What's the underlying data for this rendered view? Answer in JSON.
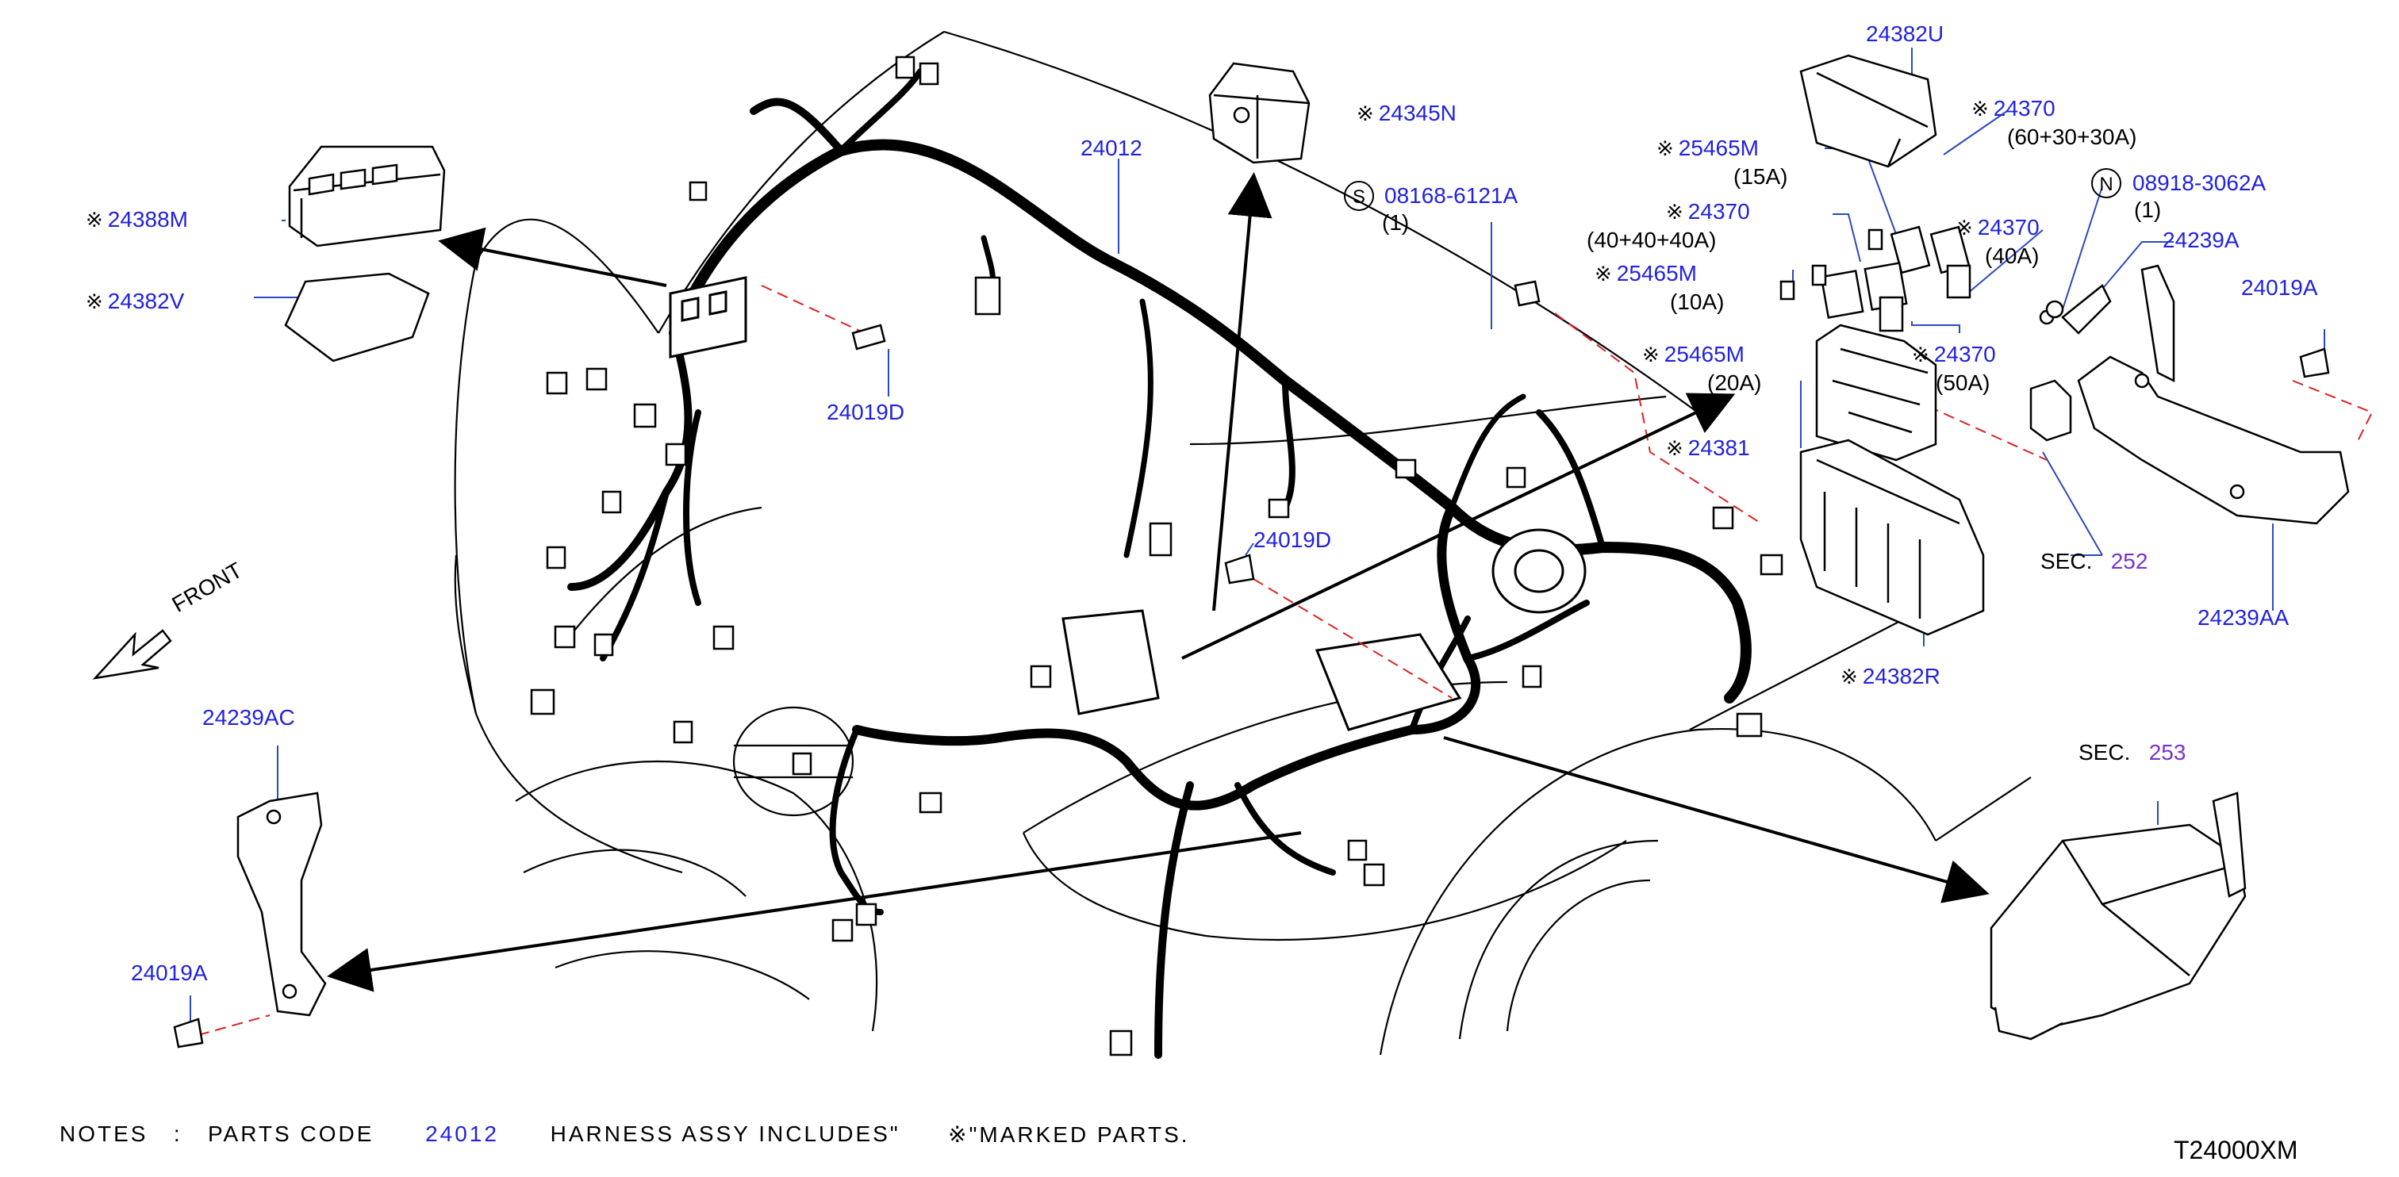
{
  "mark_symbol": "※",
  "callout_color": "#2222dd",
  "section_color": "#7733cc",
  "leader_color": "#2a4ac0",
  "dash_color": "#dd2222",
  "parts": {
    "p24382U": "24382U",
    "p24370_top": "24370",
    "amp_60_30_30": "(60+30+30A)",
    "p24345N": "24345N",
    "p24012": "24012",
    "p25465M_15": "25465M",
    "amp_15": "(15A)",
    "p24370_a": "24370",
    "amp_40_40_40": "(40+40+40A)",
    "p24370_40": "24370",
    "amp_40": "(40A)",
    "p08918": "08918-3062A",
    "qty_08918": "(1)",
    "p08168": "08168-6121A",
    "qty_08168": "(1)",
    "p25465M_10": "25465M",
    "amp_10": "(10A)",
    "p24239A": "24239A",
    "p24019A_right": "24019A",
    "p24370_50": "24370",
    "amp_50": "(50A)",
    "p25465M_20": "25465M",
    "amp_20": "(20A)",
    "p24381": "24381",
    "p24388M": "24388M",
    "p24382V": "24382V",
    "p24019D_left": "24019D",
    "p24019D_mid": "24019D",
    "sec_252_prefix": "SEC.",
    "sec_252_num": "252",
    "p24239AA": "24239AA",
    "p24382R": "24382R",
    "front": "FRONT",
    "p24239AC": "24239AC",
    "sec_253_prefix": "SEC.",
    "sec_253_num": "253",
    "p24019A_left": "24019A"
  },
  "circle_letters": {
    "s": "S",
    "n": "N"
  },
  "notes": {
    "prefix": "NOTES",
    "colon": ":",
    "parts_code": "PARTS  CODE",
    "code": "24012",
    "harness_text": "HARNESS  ASSY  INCLUDES\"",
    "marked_text": "\"MARKED  PARTS."
  },
  "drawing_code": "T24000XM"
}
